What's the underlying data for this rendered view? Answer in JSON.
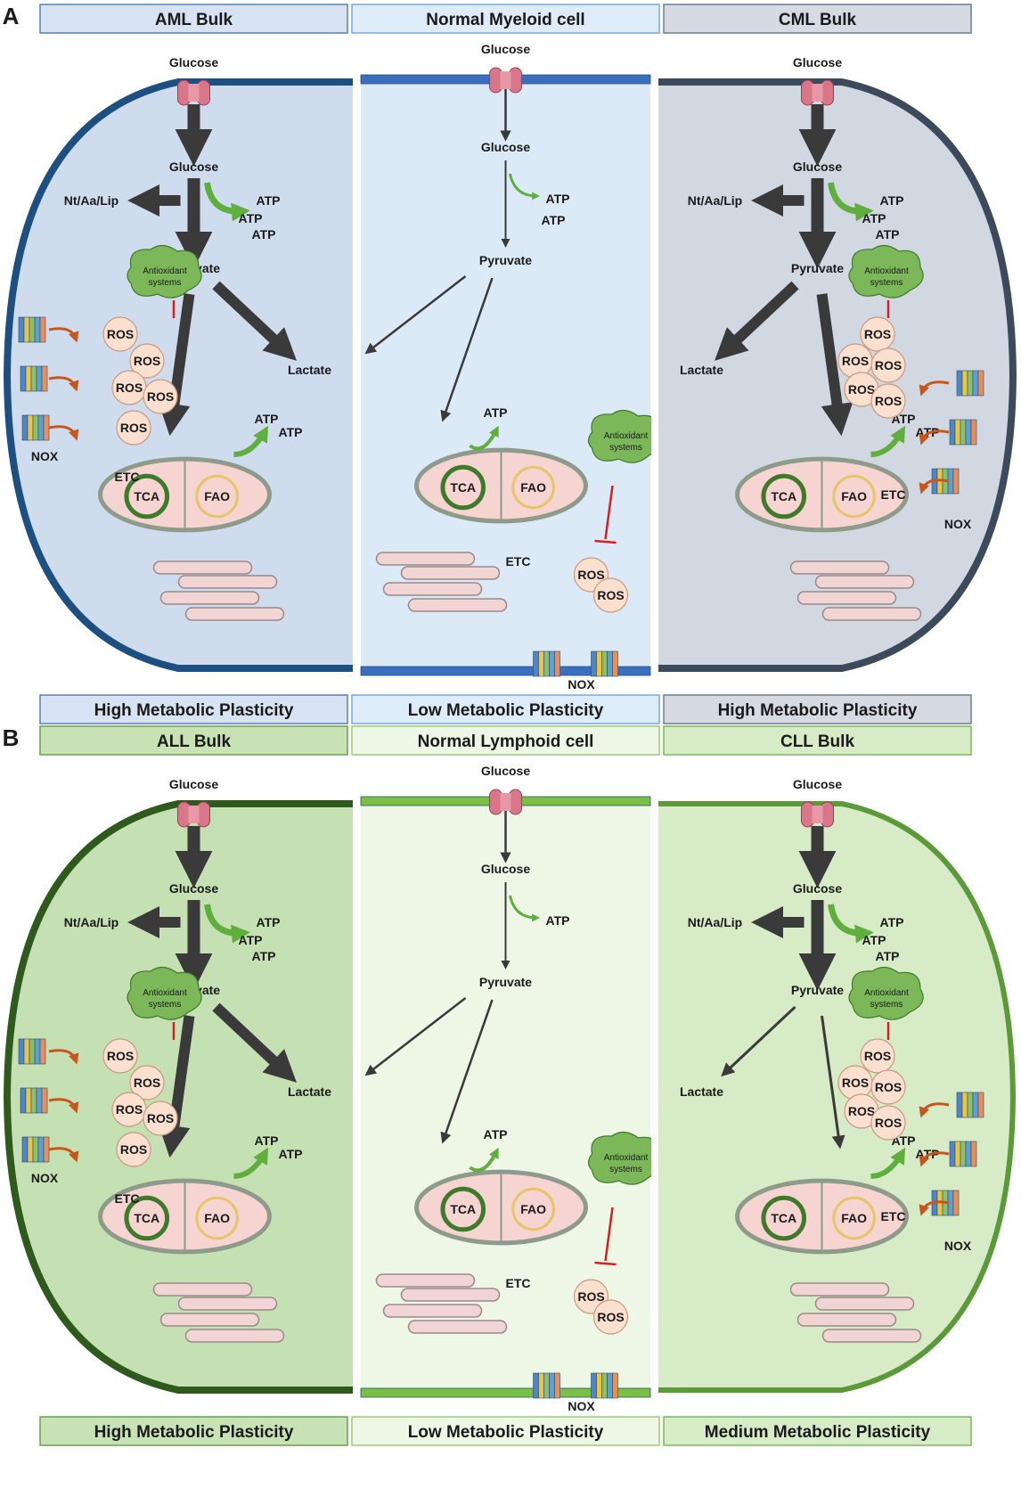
{
  "panels": [
    {
      "letter": "A",
      "cells": [
        {
          "header": "AML Bulk",
          "footer": "High Metabolic Plasticity",
          "kind": "bulk",
          "side": "left",
          "membrane": "#1d4f80",
          "fill": "#cfdcee",
          "box": "#d7e3f3",
          "boxBorder": "#5b7fb0",
          "thick": true
        },
        {
          "header": "Normal Myeloid cell",
          "footer": "Low Metabolic Plasticity",
          "kind": "normal",
          "membrane": "#3a6fc0",
          "fill": "#dce9f7",
          "box": "#deebf8",
          "boxBorder": "#7ba6d6",
          "thick": false
        },
        {
          "header": "CML Bulk",
          "footer": "High Metabolic Plasticity",
          "kind": "bulk",
          "side": "right",
          "membrane": "#3c4a5c",
          "fill": "#d2d8e1",
          "box": "#d6dbe3",
          "boxBorder": "#6f7c8e",
          "thick": true
        }
      ]
    },
    {
      "letter": "B",
      "cells": [
        {
          "header": "ALL Bulk",
          "footer": "High Metabolic Plasticity",
          "kind": "bulk",
          "side": "left",
          "membrane": "#2e5a1e",
          "fill": "#c5e0b3",
          "box": "#c8e2b6",
          "boxBorder": "#6aa050",
          "thick": true
        },
        {
          "header": "Normal Lymphoid cell",
          "footer": "Low Metabolic Plasticity",
          "kind": "normal",
          "membrane": "#7cc043",
          "fill": "#eef6e6",
          "box": "#eef7e6",
          "boxBorder": "#9ccc7c",
          "thick": false
        },
        {
          "header": "CLL Bulk",
          "footer": "Medium Metabolic Plasticity",
          "kind": "bulk",
          "side": "right",
          "membrane": "#5a9a38",
          "fill": "#d6ebc6",
          "box": "#d6ebc6",
          "boxBorder": "#7fb560",
          "thick": false
        }
      ]
    }
  ],
  "labels": {
    "glucose": "Glucose",
    "pyruvate": "Pyruvate",
    "lactate": "Lactate",
    "atp": "ATP",
    "nt": "Nt/Aa/Lip",
    "ros": "ROS",
    "nox": "NOX",
    "etc": "ETC",
    "tca": "TCA",
    "fao": "FAO",
    "antioxidant_1": "Antioxidant",
    "antioxidant_2": "systems"
  }
}
